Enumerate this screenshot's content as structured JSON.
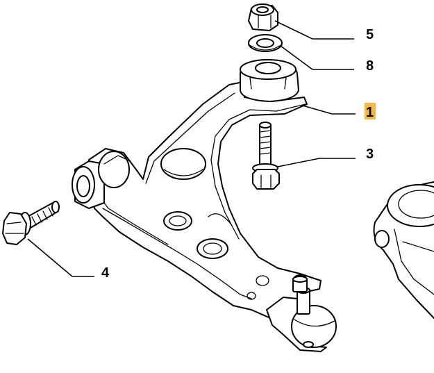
{
  "callouts": [
    {
      "id": "c5",
      "label": "5",
      "highlighted": false
    },
    {
      "id": "c8",
      "label": "8",
      "highlighted": false
    },
    {
      "id": "c1",
      "label": "1",
      "highlighted": true
    },
    {
      "id": "c3",
      "label": "3",
      "highlighted": false
    },
    {
      "id": "c4",
      "label": "4",
      "highlighted": false
    }
  ],
  "colors": {
    "line": "#000000",
    "background": "#ffffff",
    "highlight": "#f5b940"
  }
}
